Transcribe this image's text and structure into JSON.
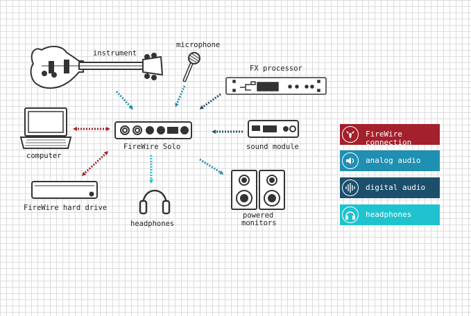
{
  "labels": {
    "instrument": "instrument",
    "microphone": "microphone",
    "fx_processor": "FX processor",
    "computer": "computer",
    "firewire_solo": "FireWire Solo",
    "sound_module": "sound module",
    "firewire_hard_drive": "FireWire hard drive",
    "headphones": "headphones",
    "powered_monitors_line1": "powered",
    "powered_monitors_line2": "monitors"
  },
  "legend": [
    {
      "label": "FireWire connection",
      "color": "#a3202c",
      "icon": "firewire-icon"
    },
    {
      "label": "analog audio",
      "color": "#1f8fb2",
      "icon": "speaker-icon"
    },
    {
      "label": "digital audio",
      "color": "#1b4f6c",
      "icon": "digital-wave-icon"
    },
    {
      "label": "headphones",
      "color": "#1fc3cf",
      "icon": "headphones-icon"
    }
  ],
  "colors": {
    "firewire": "#a3202c",
    "analog": "#1f8fb2",
    "digital": "#1b4f6c",
    "headphones": "#1fc3cf"
  }
}
